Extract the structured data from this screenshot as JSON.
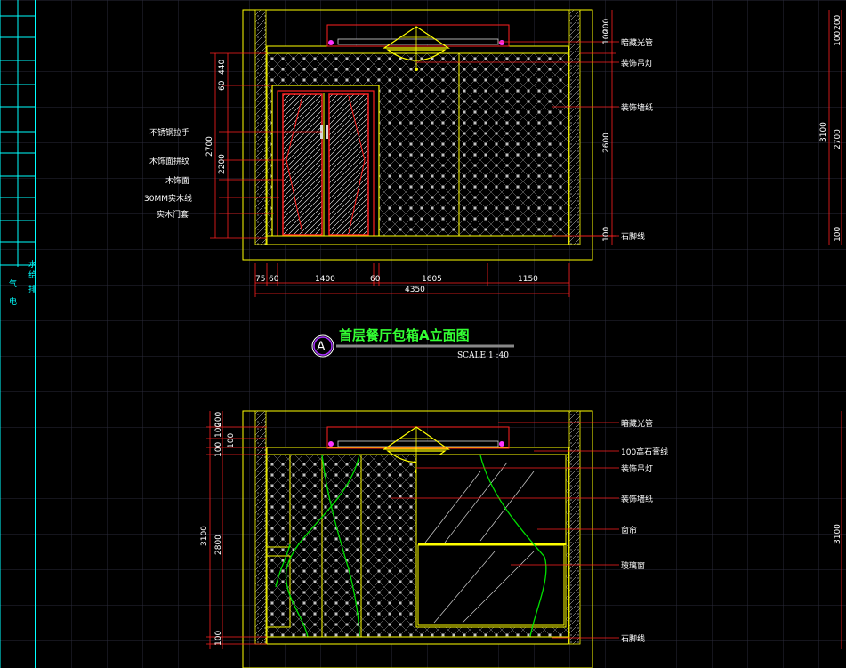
{
  "title_block": {
    "v1": "给",
    "v2": "排",
    "v3": "水",
    "e1": "电",
    "e2": "气"
  },
  "elevation_a": {
    "title": "首层餐厅包箱A立面图",
    "scale": "SCALE 1 :40",
    "marker": "A",
    "right_labels": [
      "暗藏光管",
      "装饰吊灯",
      "装饰墙纸",
      "石脚线"
    ],
    "left_labels": [
      "不锈钢拉手",
      "木饰面拼纹",
      "木饰面",
      "30MM实木线",
      "实木门套"
    ],
    "dims_bottom": [
      "75",
      "60",
      "1400",
      "60",
      "1605",
      "1150"
    ],
    "dim_total": "4350",
    "dims_left": [
      "60",
      "440",
      "2700",
      "2200"
    ],
    "dims_right": [
      "100",
      "200",
      "2600",
      "100"
    ],
    "dims_far_right": [
      "100",
      "200",
      "2700",
      "3100",
      "100"
    ]
  },
  "elevation_b": {
    "right_labels": [
      "暗藏光管",
      "100高石膏线",
      "装饰吊灯",
      "装饰墙纸",
      "窗帘",
      "玻璃窗",
      "石脚线"
    ],
    "dims_left": [
      "100",
      "200",
      "100",
      "100",
      "3100",
      "2800",
      "100"
    ],
    "dim_far_right": "3100"
  }
}
